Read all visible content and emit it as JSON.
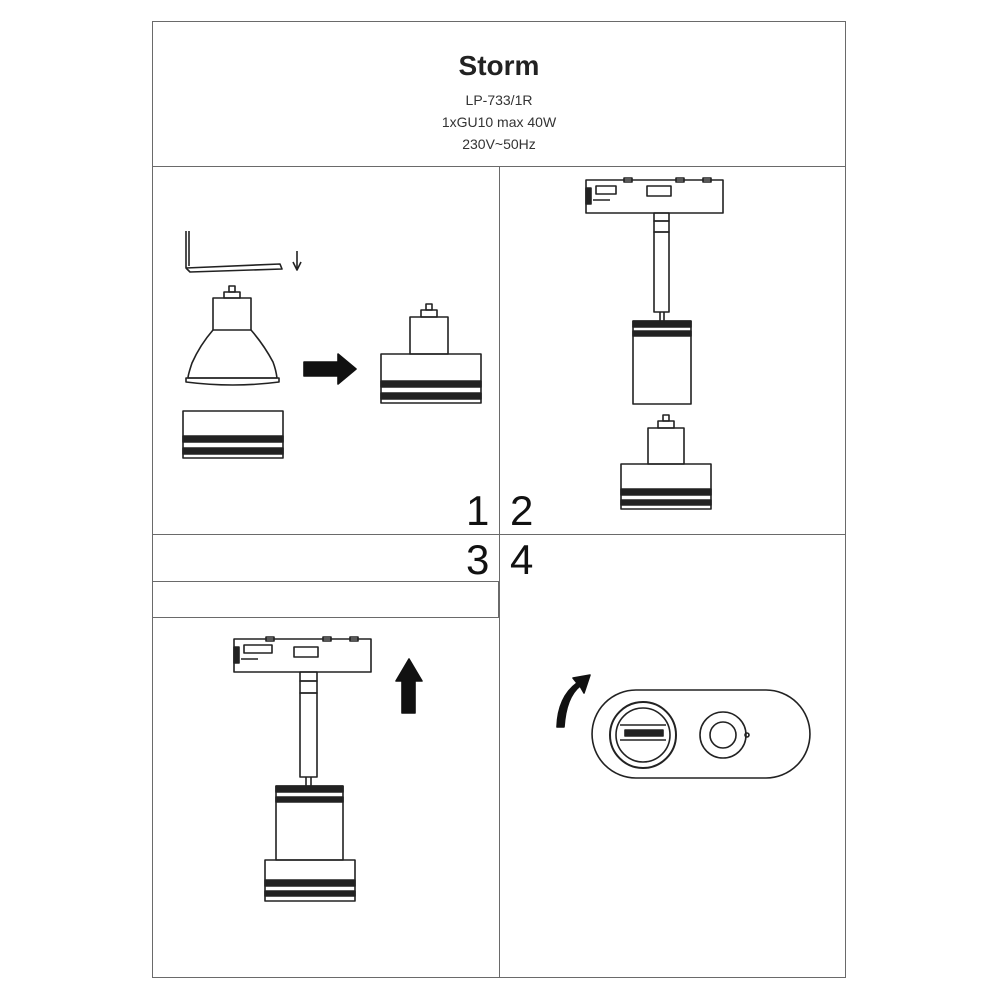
{
  "header": {
    "product_name": "Storm",
    "model": "LP-733/1R",
    "lamp": "1xGU10 max 40W",
    "voltage": "230V~50Hz"
  },
  "steps": [
    {
      "number": "1"
    },
    {
      "number": "2"
    },
    {
      "number": "3"
    },
    {
      "number": "4"
    }
  ],
  "colors": {
    "line": "#222222",
    "fill_dark": "#111111",
    "border": "#6a6a6a"
  }
}
